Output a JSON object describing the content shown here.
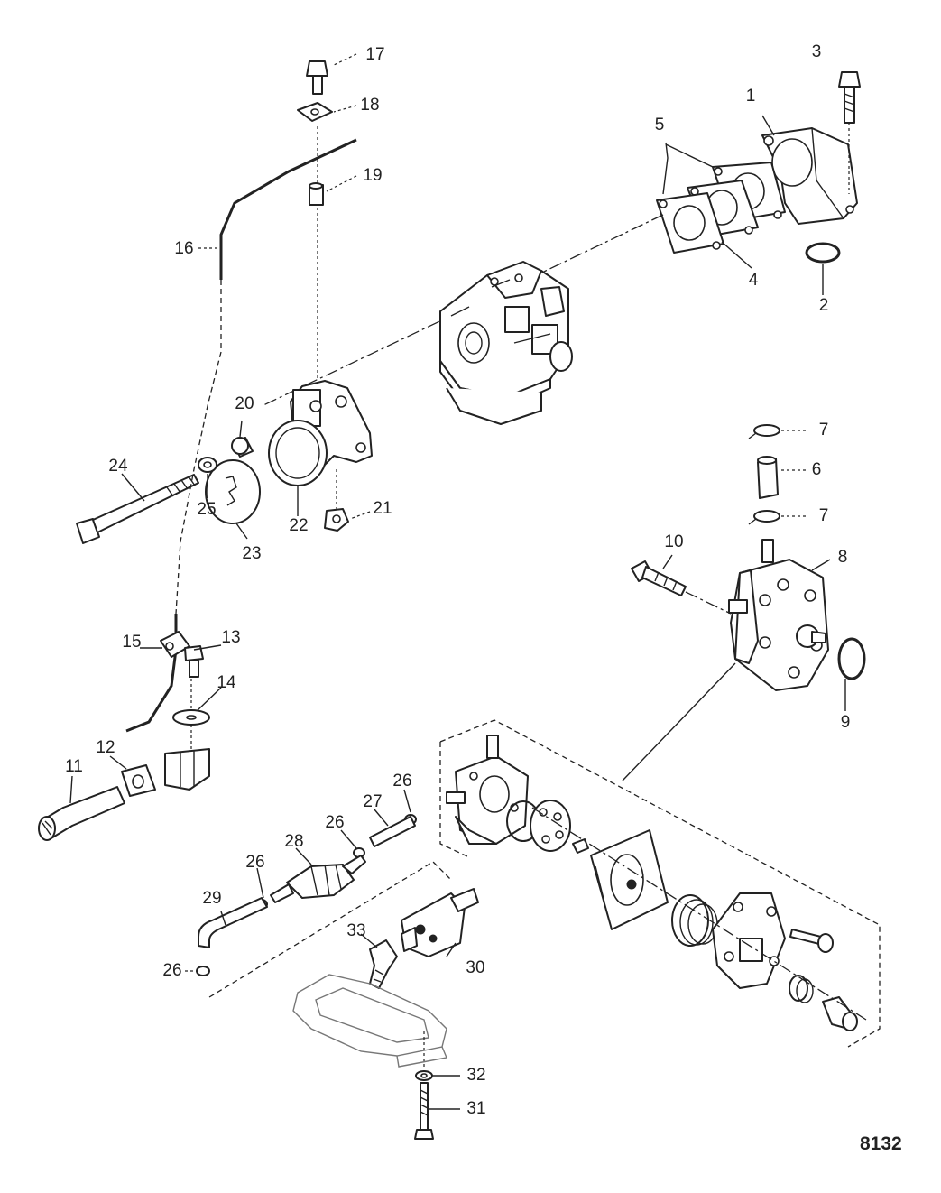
{
  "callouts": [
    "1",
    "2",
    "3",
    "4",
    "5",
    "6",
    "7",
    "7",
    "8",
    "9",
    "10",
    "11",
    "12",
    "13",
    "14",
    "15",
    "16",
    "17",
    "18",
    "19",
    "20",
    "21",
    "22",
    "23",
    "24",
    "25",
    "26",
    "26",
    "26",
    "26",
    "27",
    "28",
    "29",
    "30",
    "31",
    "32",
    "33"
  ],
  "figure_number": "8132"
}
